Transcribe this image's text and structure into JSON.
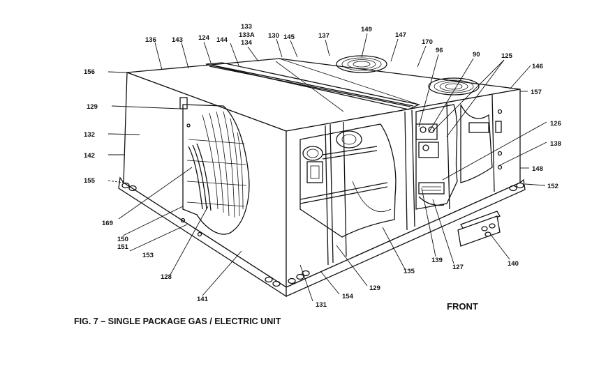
{
  "figure": {
    "caption": "FIG. 7 – SINGLE PACKAGE GAS / ELECTRIC UNIT",
    "orientation_label": "FRONT"
  },
  "callouts": [
    {
      "id": "c136",
      "text": "136"
    },
    {
      "id": "c143",
      "text": "143"
    },
    {
      "id": "c124",
      "text": "124"
    },
    {
      "id": "c144",
      "text": "144"
    },
    {
      "id": "c133",
      "text": "133"
    },
    {
      "id": "c133a",
      "text": "133A"
    },
    {
      "id": "c134",
      "text": "134"
    },
    {
      "id": "c130",
      "text": "130"
    },
    {
      "id": "c145",
      "text": "145"
    },
    {
      "id": "c137",
      "text": "137"
    },
    {
      "id": "c149",
      "text": "149"
    },
    {
      "id": "c147",
      "text": "147"
    },
    {
      "id": "c170",
      "text": "170"
    },
    {
      "id": "c96",
      "text": "96"
    },
    {
      "id": "c90",
      "text": "90"
    },
    {
      "id": "c125",
      "text": "125"
    },
    {
      "id": "c146",
      "text": "146"
    },
    {
      "id": "c157",
      "text": "157"
    },
    {
      "id": "c156",
      "text": "156"
    },
    {
      "id": "c129a",
      "text": "129"
    },
    {
      "id": "c132",
      "text": "132"
    },
    {
      "id": "c142",
      "text": "142"
    },
    {
      "id": "c155",
      "text": "155"
    },
    {
      "id": "c169",
      "text": "169"
    },
    {
      "id": "c150",
      "text": "150"
    },
    {
      "id": "c151",
      "text": "151"
    },
    {
      "id": "c153",
      "text": "153"
    },
    {
      "id": "c128",
      "text": "128"
    },
    {
      "id": "c141",
      "text": "141"
    },
    {
      "id": "c131",
      "text": "131"
    },
    {
      "id": "c154",
      "text": "154"
    },
    {
      "id": "c129b",
      "text": "129"
    },
    {
      "id": "c135",
      "text": "135"
    },
    {
      "id": "c139",
      "text": "139"
    },
    {
      "id": "c127",
      "text": "127"
    },
    {
      "id": "c140",
      "text": "140"
    },
    {
      "id": "c126",
      "text": "126"
    },
    {
      "id": "c138",
      "text": "138"
    },
    {
      "id": "c148",
      "text": "148"
    },
    {
      "id": "c152",
      "text": "152"
    }
  ]
}
